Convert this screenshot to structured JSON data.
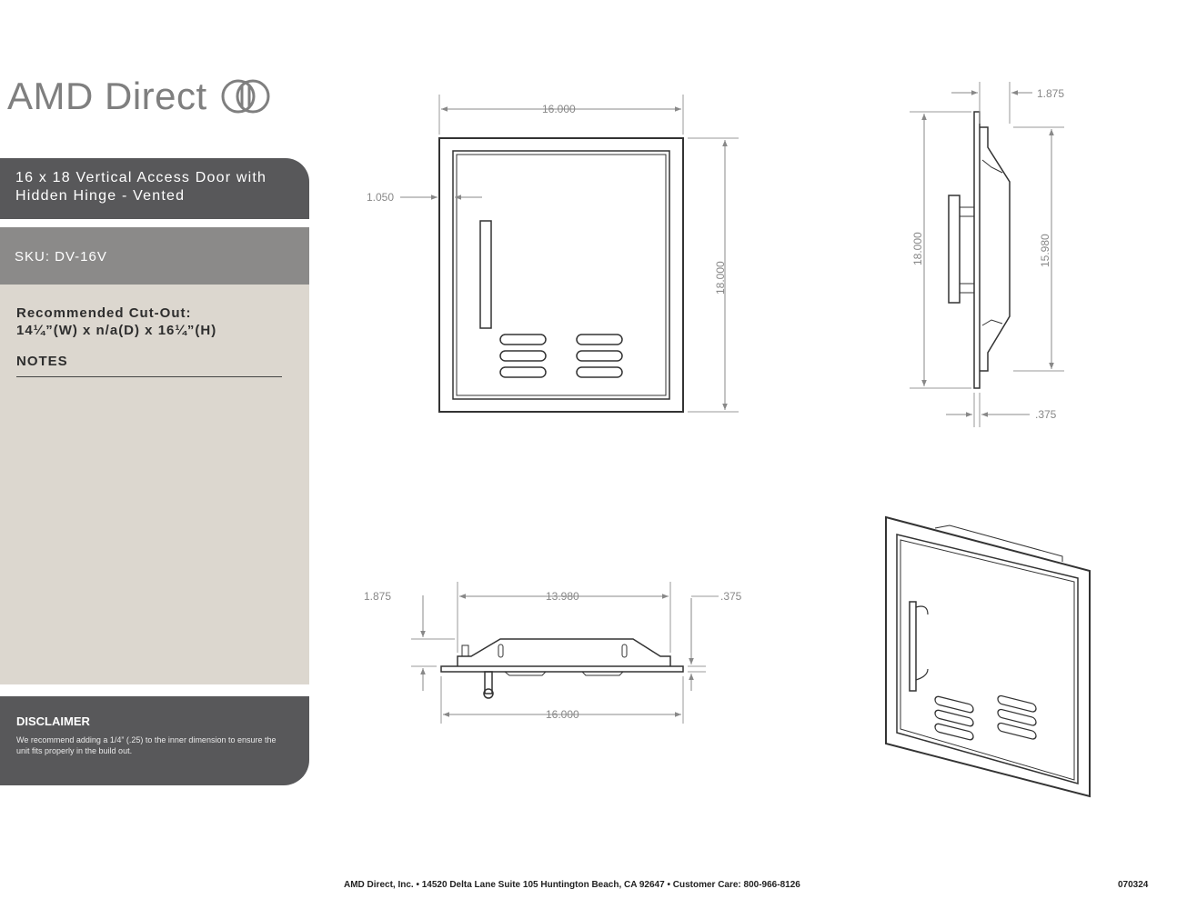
{
  "logo": {
    "text": "AMD Direct",
    "mark_icon": "amd-rings-icon"
  },
  "product": {
    "title": "16 x 18 Vertical Access Door with Hidden Hinge - Vented",
    "sku": "SKU: DV-16V"
  },
  "cutout": {
    "label": "Recommended Cut-Out:",
    "value": "14¼”(W) x n/a(D) x 16¼”(H)"
  },
  "notes": {
    "label": "NOTES"
  },
  "disclaimer": {
    "title": "DISCLAIMER",
    "text": "We recommend adding a 1/4” (.25) to the inner dimension to ensure the unit fits properly in the build out."
  },
  "dimensions": {
    "front_width": "16.000",
    "front_height": "18.000",
    "front_inset": "1.050",
    "side_depth": "1.875",
    "side_height": "18.000",
    "side_inner_height": "15.980",
    "side_flange": ".375",
    "top_depth": "1.875",
    "top_inner_width": "13.980",
    "top_flange": ".375",
    "top_width": "16.000"
  },
  "footer": {
    "address": "AMD Direct, Inc. • 14520 Delta Lane Suite 105 Huntington Beach, CA 92647 • Customer Care: 800-966-8126",
    "code": "070324"
  },
  "colors": {
    "title_bg": "#58585a",
    "sku_bg": "#8b8a89",
    "notes_bg": "#dcd7cf",
    "logo_gray": "#7f7f7f"
  }
}
